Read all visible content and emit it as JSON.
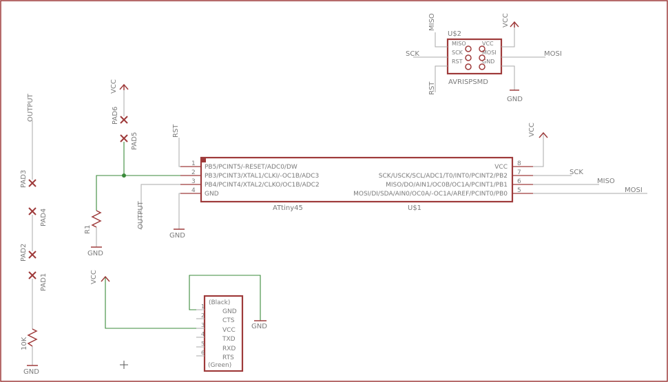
{
  "nets": {
    "miso": "MISO",
    "sck": "SCK",
    "mosi": "MOSI",
    "rst": "RST",
    "vcc": "VCC",
    "gnd": "GND",
    "output": "OUTPUT"
  },
  "avr": {
    "name": "U$2",
    "value": "AVRISPSMD",
    "pin_labels": [
      "MISO",
      "SCK",
      "RST",
      "VCC",
      "MOSI",
      "GND"
    ]
  },
  "mcu": {
    "name": "U$1",
    "value": "ATtiny45",
    "left_pins": [
      {
        "num": "1",
        "label": "PB5/PCINT5/-RESET/ADC0/DW"
      },
      {
        "num": "2",
        "label": "PB3/PCINT3/XTAL1/CLKI/-OC1B/ADC3"
      },
      {
        "num": "3",
        "label": "PB4/PCINT4/XTAL2/CLKO/OC1B/ADC2"
      },
      {
        "num": "4",
        "label": "GND"
      }
    ],
    "right_pins": [
      {
        "num": "8",
        "label": "VCC"
      },
      {
        "num": "7",
        "label": "SCK/USCK/SCL/ADC1/T0/INT0/PCINT2/PB2"
      },
      {
        "num": "6",
        "label": "MISO/DO/AIN1/OC0B/OC1A/PCINT1/PB1"
      },
      {
        "num": "5",
        "label": "MOSI/DI/SDA/AIN0/OC0A/-OC1A/AREF/PCINT0/PB0"
      }
    ]
  },
  "pads": {
    "pad1": "PAD1",
    "pad2": "PAD2",
    "pad3": "PAD3",
    "pad4": "PAD4",
    "pad5": "PAD5",
    "pad6": "PAD6"
  },
  "resistors": {
    "r1": "R1",
    "r2_value": "10K"
  },
  "ftdi": {
    "top": "(Black)",
    "bottom": "(Green)",
    "pins": [
      {
        "num": "1",
        "label": "GND"
      },
      {
        "num": "2",
        "label": "CTS"
      },
      {
        "num": "3",
        "label": "VCC"
      },
      {
        "num": "4",
        "label": "TXD"
      },
      {
        "num": "5",
        "label": "RXD"
      },
      {
        "num": "6",
        "label": "RTS"
      }
    ]
  }
}
